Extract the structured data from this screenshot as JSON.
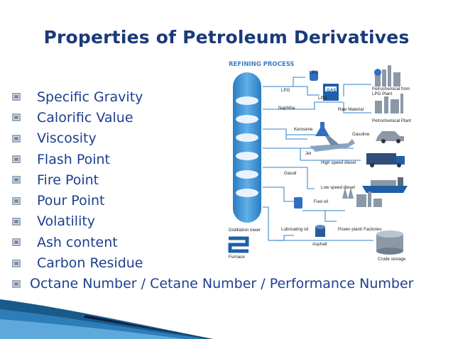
{
  "title": "Properties of Petroleum Derivatives",
  "bullets": [
    "Specific Gravity",
    "Calorific Value",
    "Viscosity",
    "Flash Point",
    "Fire Point",
    "Pour Point",
    "Volatility",
    "Ash content",
    "Carbon Residue",
    "Octane Number / Cetane Number / Performance Number"
  ],
  "diagram": {
    "title": "REFINING PROCESS",
    "labels": {
      "lpg_top": "LPG",
      "lpg_left": "LPG",
      "lpg_mid": "LPG",
      "petro_from_lpg": "Petrochemical from LPG Plant",
      "naphtha": "Naphtha",
      "raw_material": "Raw Material",
      "petro_plant": "Petrochemical Plant",
      "kerosene": "Kerosene",
      "gasoline": "Gasoline",
      "jet": "Jet",
      "high_speed_diesel": "High speed diesel",
      "gasoil": "Gasoil",
      "low_speed_diesel": "Low speed diesel",
      "fuel_oil": "Fuel oil",
      "distillation_tower": "Distillation tower",
      "lubricating_oil": "Lubricating oil",
      "power_plant": "Power plant/ Factories",
      "asphalt": "Asphalt",
      "furnace": "Furnace",
      "crude_storage": "Crude storage",
      "gas": "GAS"
    }
  },
  "colors": {
    "title": "#1a3a78",
    "text": "#1d3f8f",
    "diagram_accent": "#3a7fc4",
    "line": "#5a9ad4"
  }
}
